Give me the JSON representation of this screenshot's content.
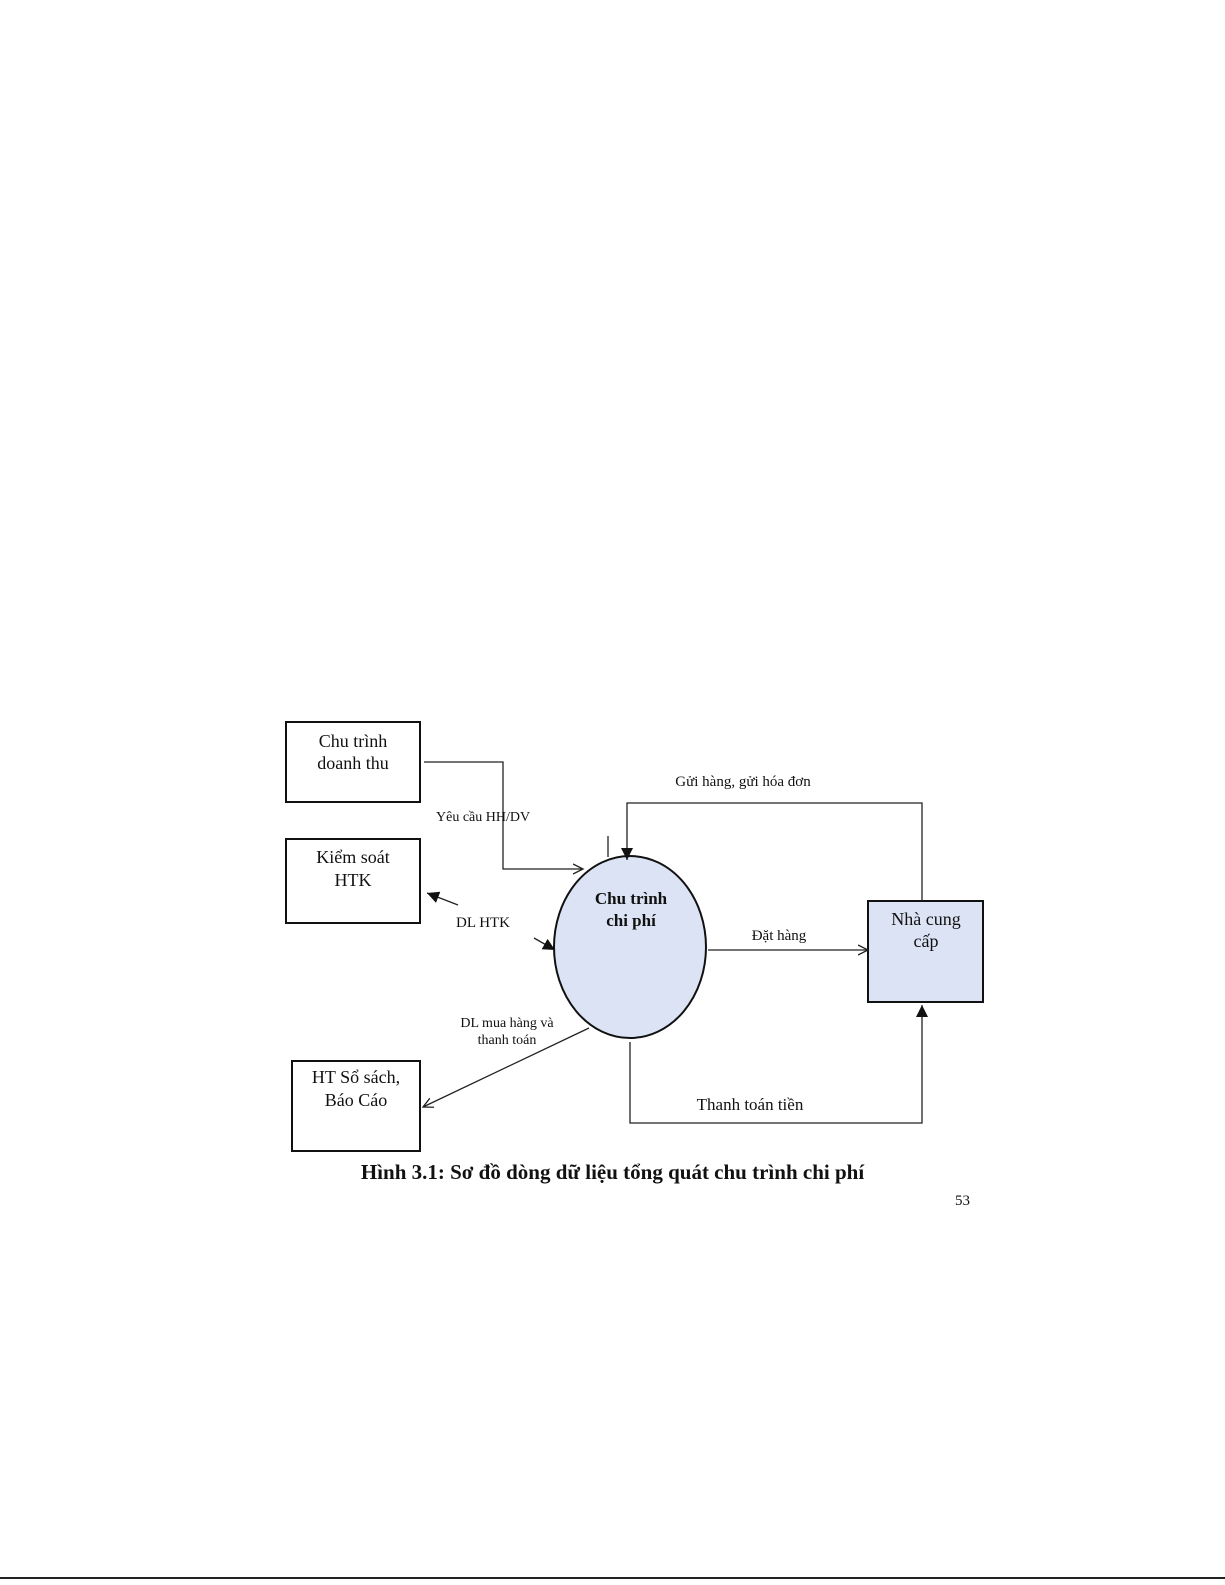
{
  "nodes": {
    "revenue_cycle": [
      "Chu trình",
      "doanh thu"
    ],
    "inventory_control": [
      "Kiểm soát",
      "HTK"
    ],
    "expense_cycle": [
      "Chu trình",
      "chi phí"
    ],
    "supplier": [
      "Nhà cung",
      "cấp"
    ],
    "books_reports": [
      "HT Sổ sách,",
      "Báo Cáo"
    ]
  },
  "flows": {
    "request_goods": "Yêu cầu HH/DV",
    "inventory_data": "DL HTK",
    "purchase_payment_data": [
      "DL mua hàng và",
      "thanh toán"
    ],
    "ship_invoice": "Gửi hàng, gửi hóa đơn",
    "order": "Đặt hàng",
    "payment": "Thanh toán tiền"
  },
  "caption": {
    "label": "Hình 3.1",
    "text": ": Sơ đồ dòng dữ liệu tổng quát chu trình chi phí"
  },
  "page_number": "53",
  "colors": {
    "process_fill": "#dbe3f4",
    "line": "#111111"
  }
}
